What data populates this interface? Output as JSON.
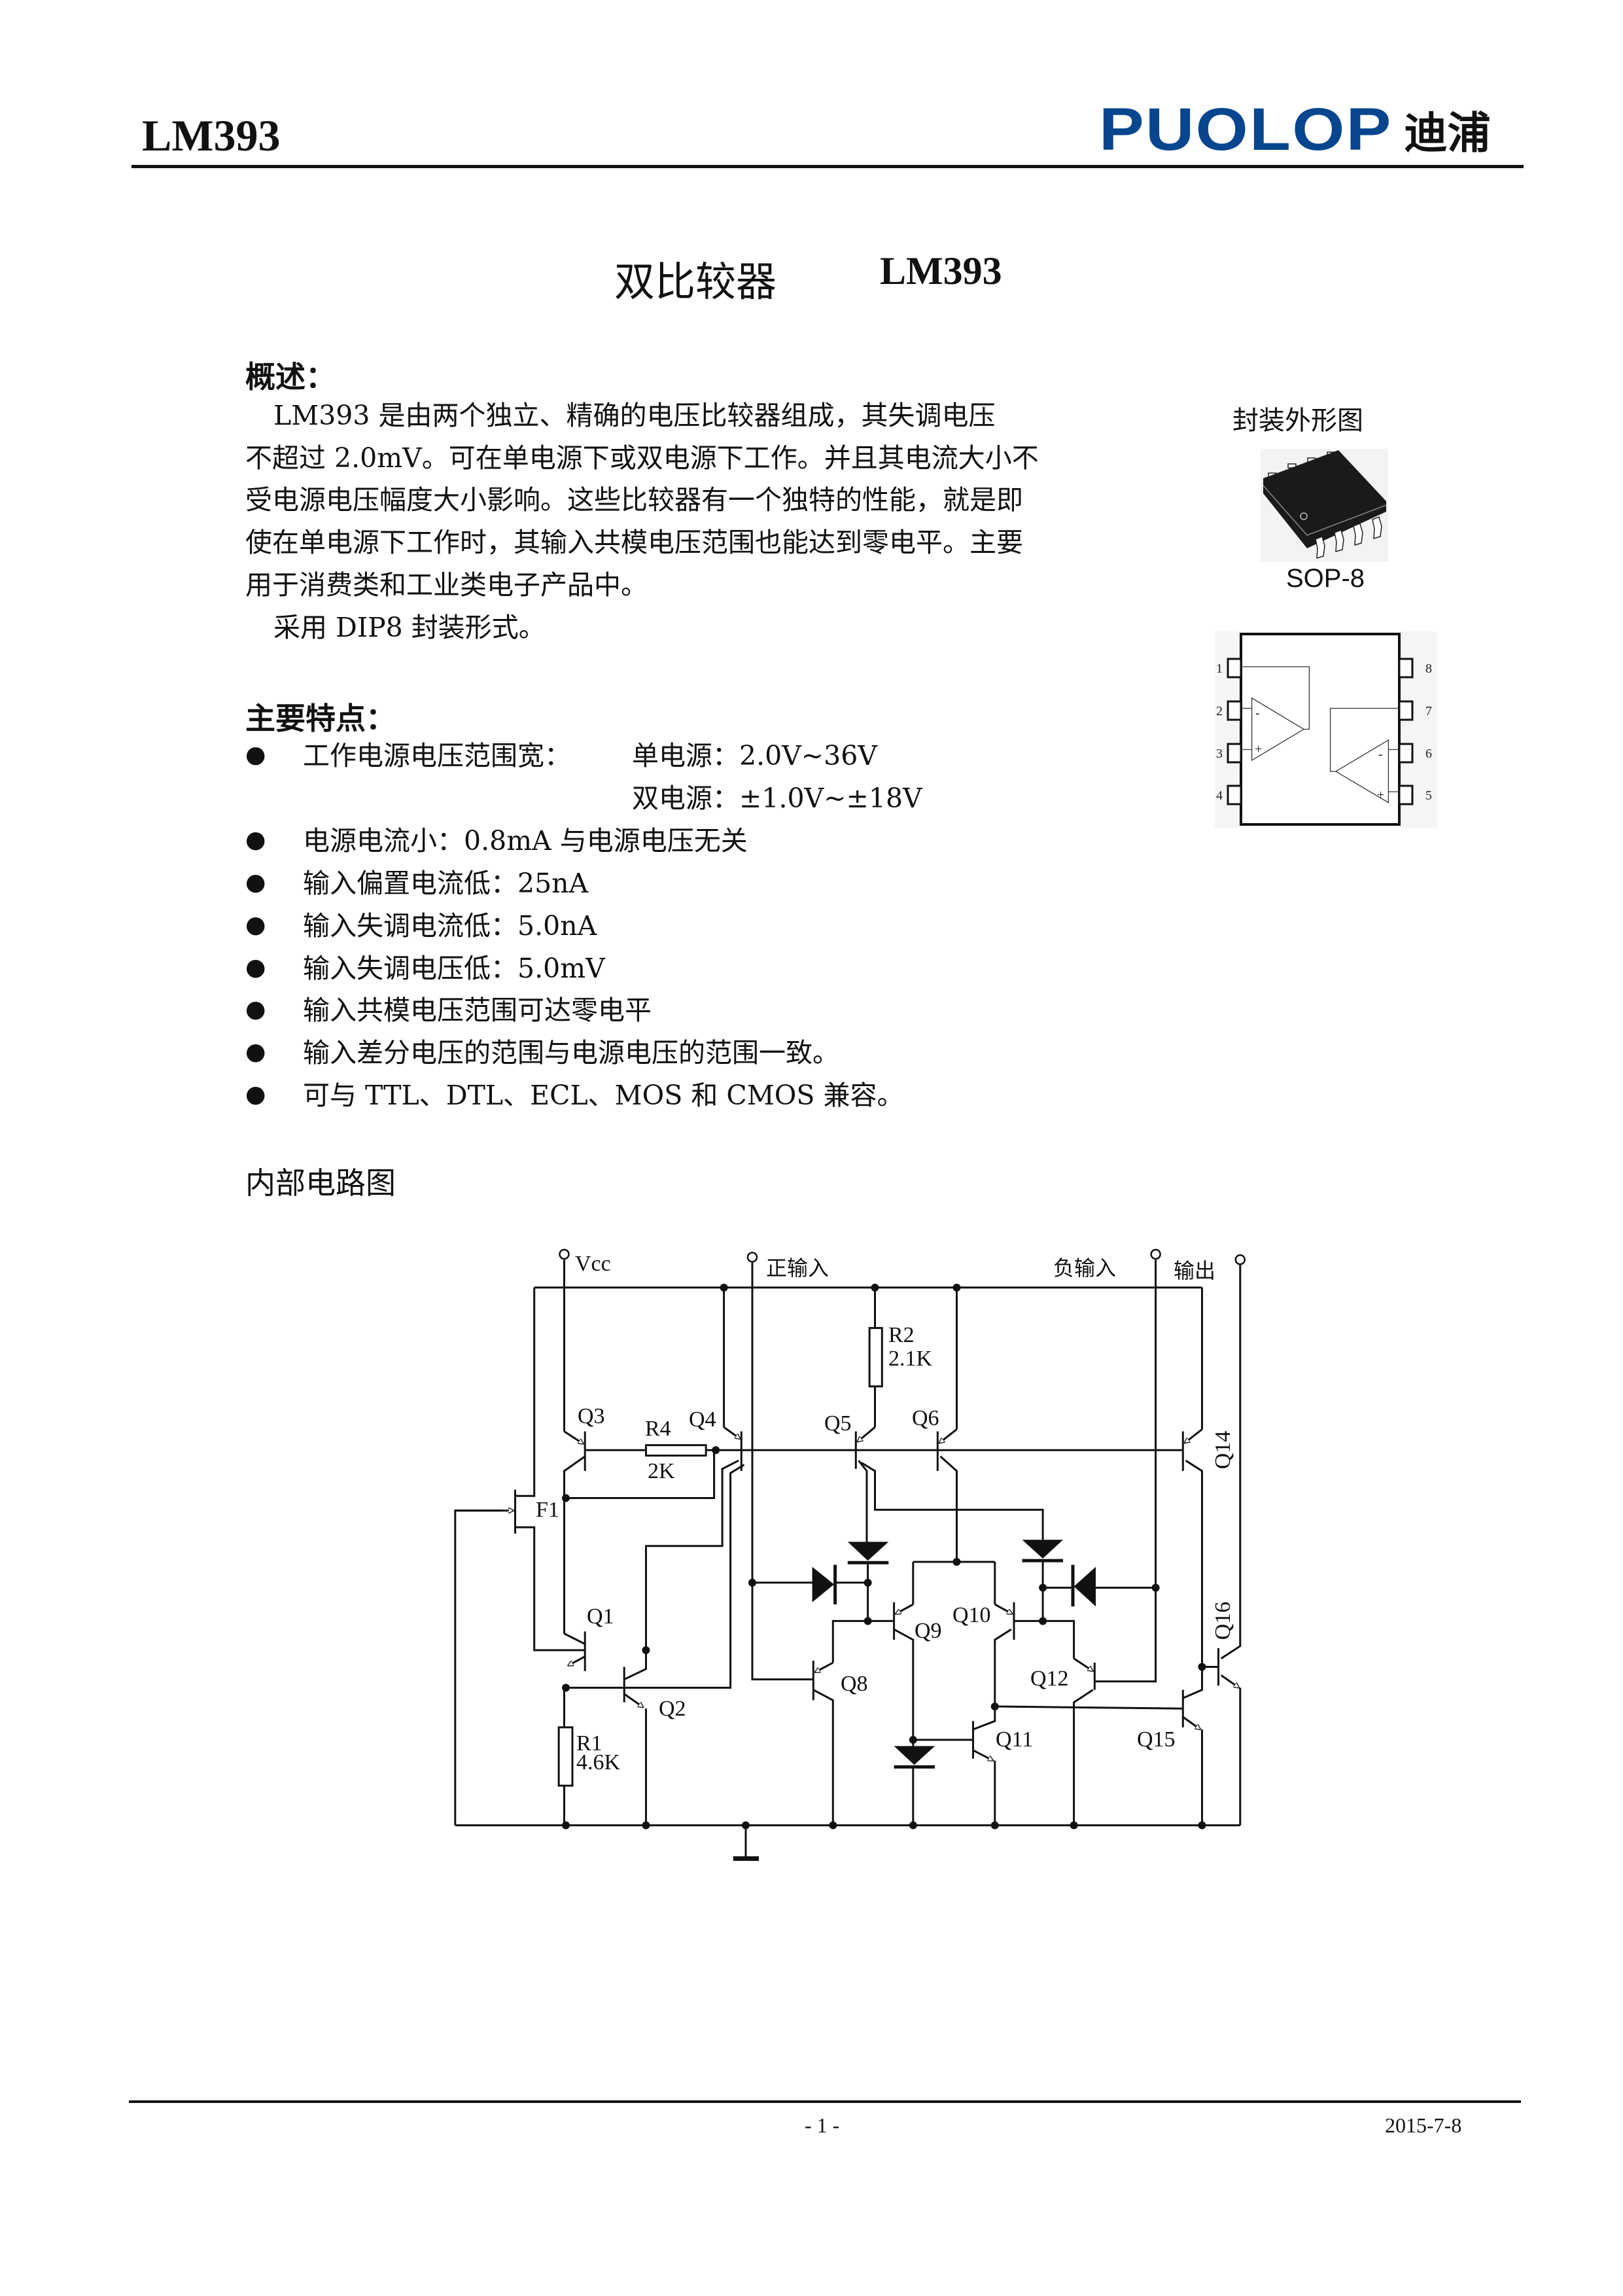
{
  "header": {
    "model": "LM393",
    "logo_latin": "PUOLOP",
    "logo_cn": "迪浦",
    "brand_color": "#07468f"
  },
  "title": {
    "name": "双比较器",
    "model": "LM393"
  },
  "overview": {
    "heading": "概述：",
    "lines": [
      "LM393 是由两个独立、精确的电压比较器组成，其失调电压",
      "不超过 2.0mV。可在单电源下或双电源下工作。并且其电流大小不",
      "受电源电压幅度大小影响。这些比较器有一个独特的性能，就是即",
      "使在单电源下工作时，其输入共模电压范围也能达到零电平。主要",
      "用于消费类和工业类电子产品中。",
      "采用 DIP8 封装形式。"
    ]
  },
  "package": {
    "heading": "封装外形图",
    "sop_label": "SOP-8",
    "pins_left": [
      "1",
      "2",
      "3",
      "4"
    ],
    "pins_right": [
      "8",
      "7",
      "6",
      "5"
    ],
    "minus": "-",
    "plus": "+"
  },
  "features": {
    "heading": "主要特点：",
    "supply_label": "工作电源电压范围宽：",
    "supply_single": "单电源：2.0V~36V",
    "supply_dual": "双电源：±1.0V~±18V",
    "items": [
      "电源电流小：0.8mA 与电源电压无关",
      "输入偏置电流低：25nA",
      "输入失调电流低：5.0nA",
      "输入失调电压低：5.0mV",
      "输入共模电压范围可达零电平",
      "输入差分电压的范围与电源电压的范围一致。",
      "可与 TTL、DTL、ECL、MOS 和 CMOS 兼容。"
    ]
  },
  "circuit": {
    "heading": "内部电路图",
    "labels": {
      "vcc": "Vcc",
      "pos_in": "正输入",
      "neg_in": "负输入",
      "out": "输出",
      "r1": "R1",
      "r1_val": "4.6K",
      "r2": "R2",
      "r2_val": "2.1K",
      "r4": "R4",
      "r4_val": "2K",
      "f1": "F1",
      "q1": "Q1",
      "q2": "Q2",
      "q3": "Q3",
      "q4": "Q4",
      "q5": "Q5",
      "q6": "Q6",
      "q8": "Q8",
      "q9": "Q9",
      "q10": "Q10",
      "q11": "Q11",
      "q12": "Q12",
      "q14": "Q14",
      "q15": "Q15",
      "q16": "Q16"
    }
  },
  "footer": {
    "page": "- 1 -",
    "date": "2015-7-8"
  }
}
